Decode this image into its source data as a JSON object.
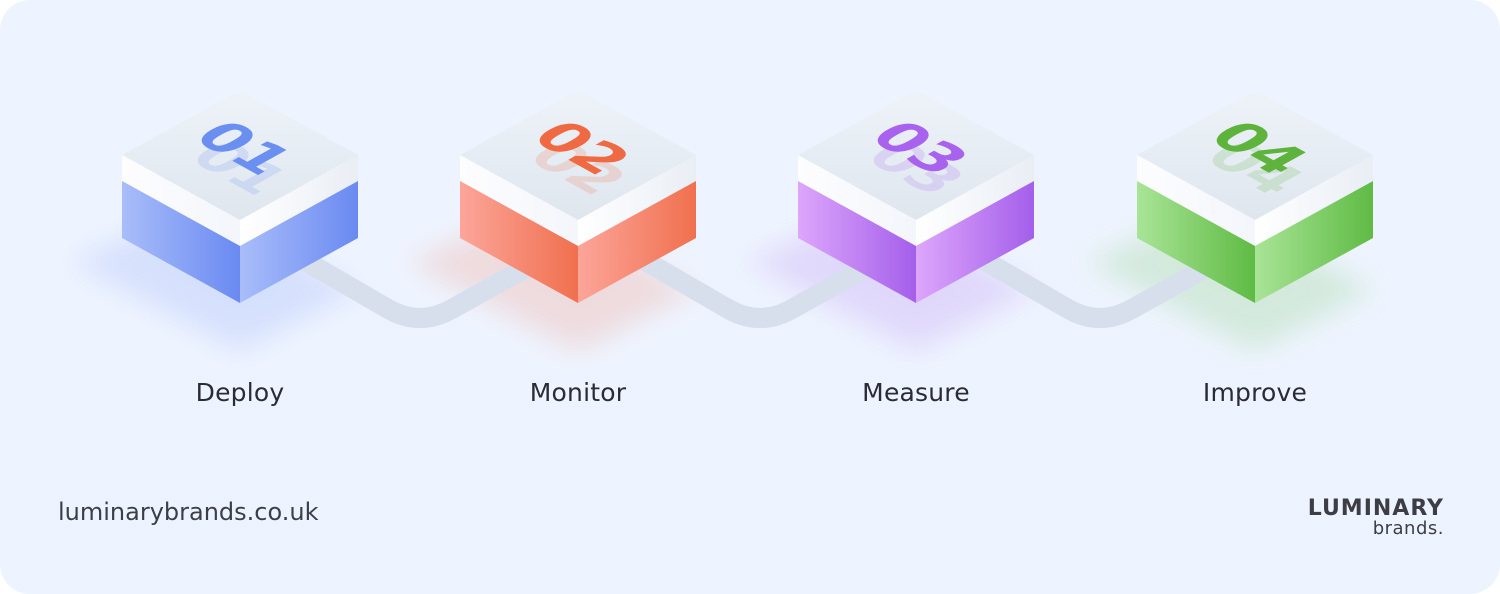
{
  "steps": [
    {
      "number": "01",
      "label": "Deploy",
      "color_light": "#a9bdf9",
      "color_dark": "#6a8af2",
      "num_color": "#6b8ff1"
    },
    {
      "number": "02",
      "label": "Monitor",
      "color_light": "#fca59a",
      "color_dark": "#f0704e",
      "num_color": "#ef6a43"
    },
    {
      "number": "03",
      "label": "Measure",
      "color_light": "#dda6fb",
      "color_dark": "#a45fea",
      "num_color": "#a862ee"
    },
    {
      "number": "04",
      "label": "Improve",
      "color_light": "#a9e497",
      "color_dark": "#5fbb44",
      "num_color": "#5db33c"
    }
  ],
  "footer": {
    "url": "luminarybrands.co.uk",
    "logo_main": "LUMINARY",
    "logo_sub": "brands."
  }
}
